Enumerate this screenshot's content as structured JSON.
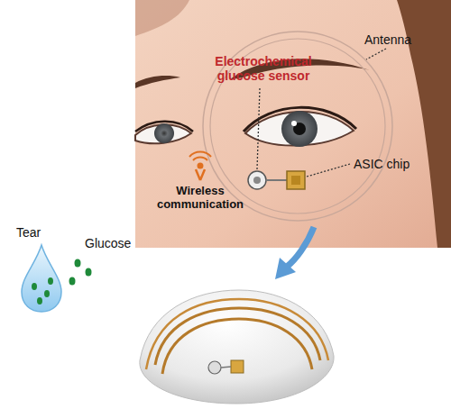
{
  "diagram": {
    "labels": [
      "Antenna",
      "Electrochemical glucose sensor",
      "ASIC chip",
      "Wireless communication",
      "Tear",
      "Glucose"
    ]
  }
}
